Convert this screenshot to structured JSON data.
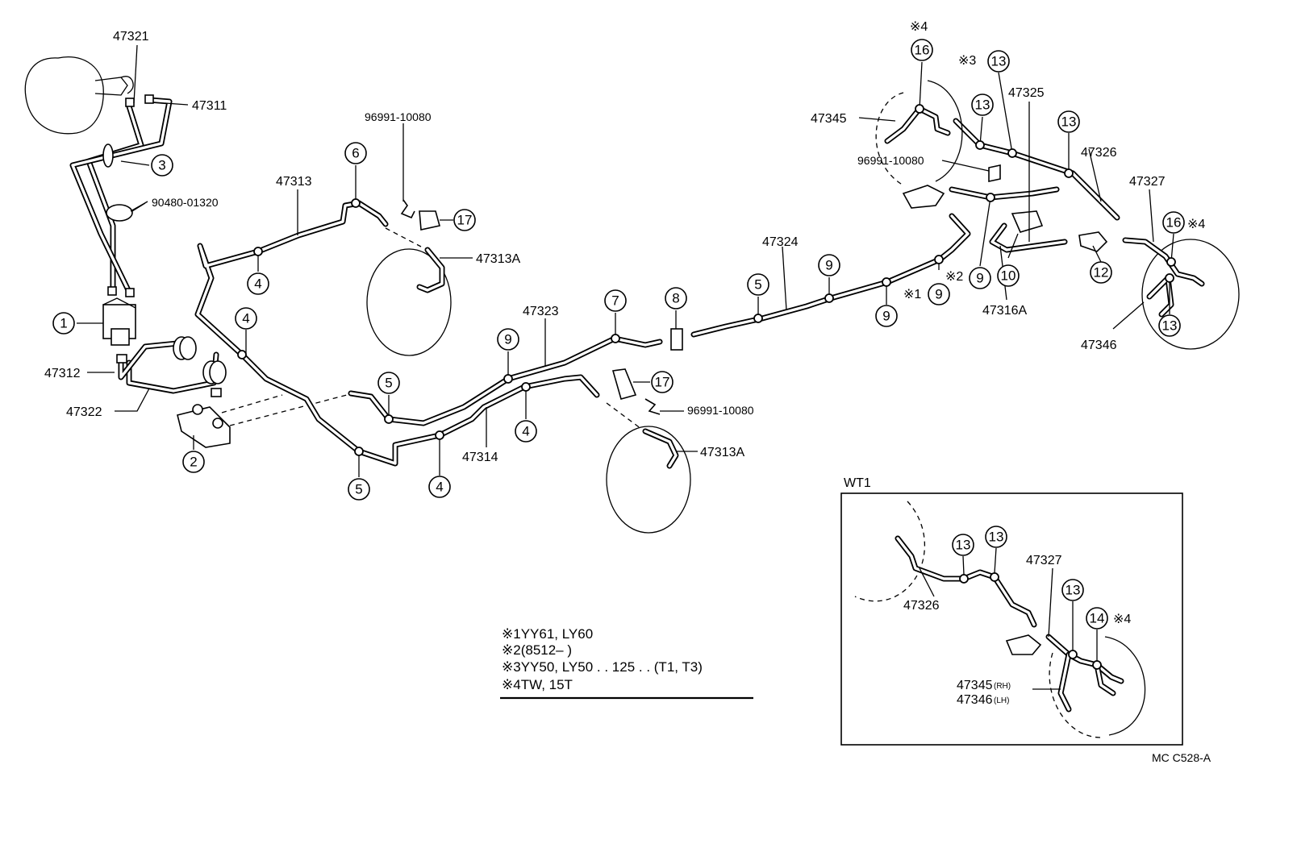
{
  "part_numbers": {
    "p47321": "47321",
    "p47311": "47311",
    "p90480": "90480-01320",
    "p47312": "47312",
    "p47322": "47322",
    "p47313": "47313",
    "p96991_a": "96991-10080",
    "p47313A_a": "47313A",
    "p47323": "47323",
    "p47314": "47314",
    "p96991_b": "96991-10080",
    "p47313A_b": "47313A",
    "p47324": "47324",
    "p47345": "47345",
    "p96991_c": "96991-10080",
    "p47325": "47325",
    "p47326": "47326",
    "p47327": "47327",
    "p47316A": "47316A",
    "p47346": "47346"
  },
  "callouts": {
    "c1": "1",
    "c2": "2",
    "c3": "3",
    "c4a": "4",
    "c4b": "4",
    "c4c": "4",
    "c4d": "4",
    "c5a": "5",
    "c5b": "5",
    "c5c": "5",
    "c6": "6",
    "c7": "7",
    "c8": "8",
    "c9a": "9",
    "c9b": "9",
    "c9c": "9",
    "c9d": "9",
    "c9e": "9",
    "c10": "10",
    "c12": "12",
    "c13a": "13",
    "c13b": "13",
    "c13c": "13",
    "c13d": "13",
    "c16a": "16",
    "c16b": "16",
    "c17a": "17",
    "c17b": "17"
  },
  "marks": {
    "m4_top": "※4",
    "m3": "※3",
    "m2": "※2",
    "m1": "※1",
    "m4_right": "※4"
  },
  "legend": {
    "l1": "※1YY61, LY60",
    "l2": "※2(8512–       )",
    "l3": "※3YY50, LY50 . . 125 . . (T1, T3)",
    "l4": "※4TW, 15T"
  },
  "inset": {
    "title": "WT1",
    "p47326": "47326",
    "p47327": "47327",
    "p47345": "47345",
    "rh": "(RH)",
    "p47346": "47346",
    "lh": "(LH)",
    "c13a": "13",
    "c13b": "13",
    "c13c": "13",
    "c14": "14",
    "mark": "※4"
  },
  "ref_code": "MC  C528-A"
}
